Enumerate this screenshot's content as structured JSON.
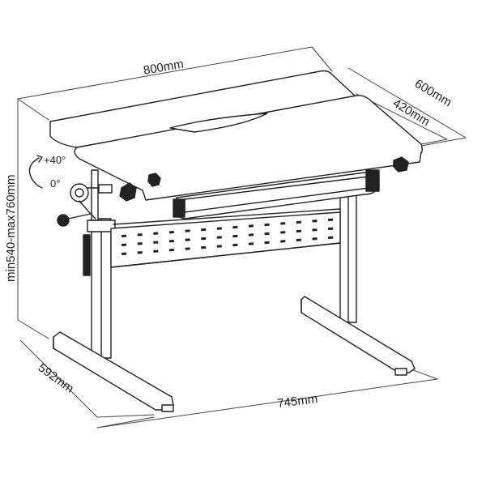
{
  "dimensions": {
    "width_top": "800mm",
    "depth_total": "600mm",
    "depth_tilt": "420mm",
    "height": "min540-max760mm",
    "base_depth": "592mm",
    "base_width": "745mm"
  },
  "tilt": {
    "max": "+40°",
    "min": "0°"
  },
  "colors": {
    "line": "#222222",
    "dimension": "#444444"
  }
}
